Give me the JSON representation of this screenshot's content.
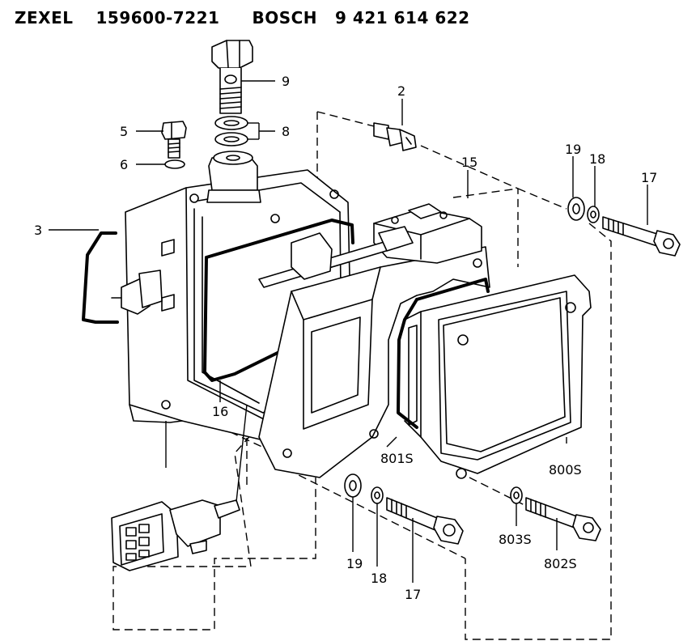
{
  "header": {
    "brand1": "ZEXEL",
    "part_number1": "159600-7221",
    "brand2": "BOSCH",
    "part_number2": "9 421 614 622"
  },
  "callouts": {
    "c2": "2",
    "c3": "3",
    "c5": "5",
    "c6": "6",
    "c8": "8",
    "c9": "9",
    "c15": "15",
    "c16": "16",
    "c17a": "17",
    "c18a": "18",
    "c19a": "19",
    "c17b": "17",
    "c18b": "18",
    "c19b": "19",
    "c800s": "800S",
    "c801s": "801S",
    "c802s": "802S",
    "c803s": "803S"
  }
}
